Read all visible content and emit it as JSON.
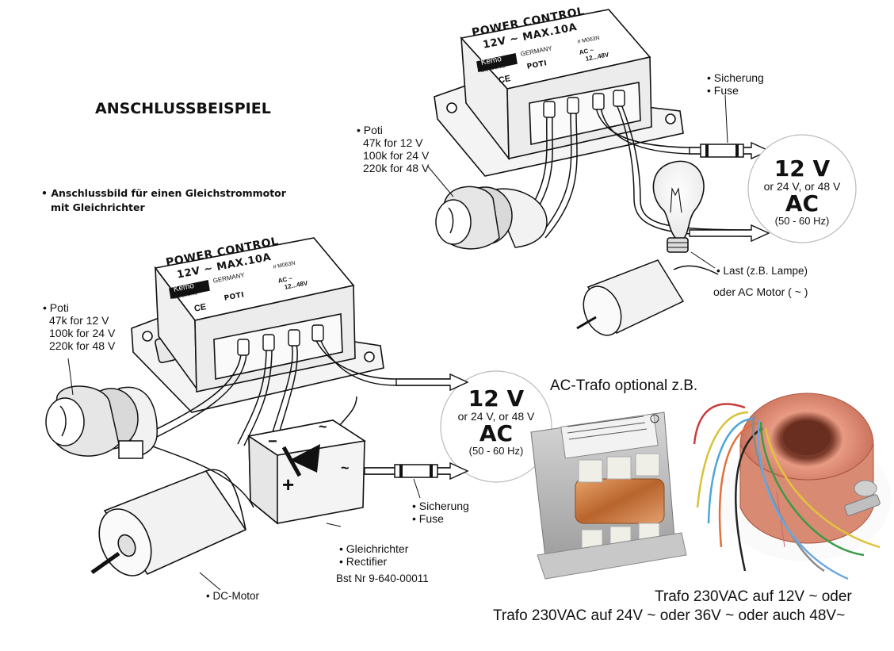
{
  "title": "ANSCHLUSSBEISPIEL",
  "caption_main": {
    "line1": "• Anschlussbild für einen Gleichstrommotor",
    "line2": "mit Gleichrichter"
  },
  "module": {
    "line1": "POWER CONTROL",
    "line2": "12V ~ MAX.10A",
    "brand": "Kemo",
    "brand_sub": "Electronic",
    "country": "GERMANY",
    "article": "# M063N",
    "poti_label": "POTI",
    "ac_label": "AC ~",
    "ac_range": "12...48V",
    "ce": "CE"
  },
  "poti_left": {
    "bullet": "• Poti",
    "lines": [
      "47k for 12 V",
      "100k for 24 V",
      "220k for 48 V"
    ]
  },
  "poti_top": {
    "bullet": "• Poti",
    "lines": [
      "47k for 12 V",
      "100k for 24 V",
      "220k for 48 V"
    ]
  },
  "supply_top": {
    "voltage": "12 V",
    "alt": "or 24 V, or 48 V",
    "type": "AC",
    "freq": "(50 - 60 Hz)"
  },
  "supply_bottom": {
    "voltage": "12 V",
    "alt": "or 24 V, or 48 V",
    "type": "AC",
    "freq": "(50 - 60 Hz)"
  },
  "fuse_top": {
    "line1": "• Sicherung",
    "line2": "• Fuse"
  },
  "fuse_bottom": {
    "line1": "• Sicherung",
    "line2": "• Fuse"
  },
  "load": {
    "line1": "• Last (z.B. Lampe)",
    "line2": "oder AC Motor ( ~ )"
  },
  "rectifier": {
    "line1": "• Gleichrichter",
    "line2": "• Rectifier",
    "order": "Bst Nr 9-640-00011",
    "minus": "−",
    "plus": "+",
    "tilde": "~"
  },
  "dc_motor": "• DC-Motor",
  "trafo_heading": "AC-Trafo optional z.B.",
  "trafo_text": {
    "line1": "Trafo 230VAC auf 12V ~ oder",
    "line2": "Trafo 230VAC auf 24V ~ oder 36V ~ oder auch 48V~"
  },
  "colors": {
    "line": "#111111",
    "trafo_copper": "#c97a3a",
    "trafo_steel": "#b9b9b9",
    "toroid": "#d9826b"
  }
}
